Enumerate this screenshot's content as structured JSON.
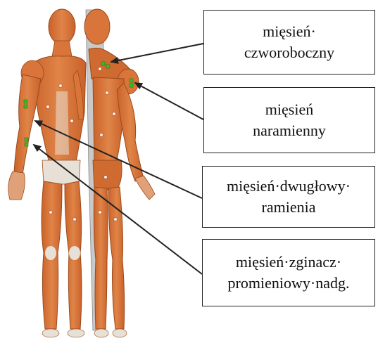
{
  "labels": [
    {
      "line1": "mięsień·",
      "line2": "czworoboczny"
    },
    {
      "line1": "mięsień",
      "line2": "naramienny"
    },
    {
      "line1": "mięsień·dwugłowy·",
      "line2": "ramienia"
    },
    {
      "line1": "mięsień·zginacz·",
      "line2": "promieniowy·nadg."
    }
  ],
  "colors": {
    "muscle": "#d9753a",
    "muscle_dark": "#b85a24",
    "tendon": "#e6e0d6",
    "skin_outline": "#9a4a1c",
    "electrode": "#3dbb2a",
    "arrow": "#222222",
    "grey_half": "#c9c9c9"
  }
}
